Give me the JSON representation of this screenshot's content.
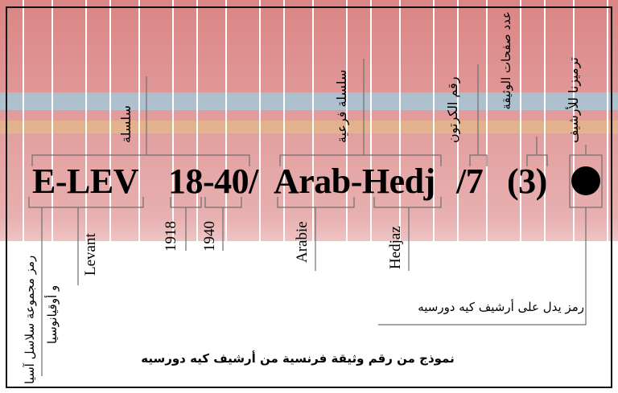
{
  "code": {
    "part1": "E-LEV",
    "part2": "18-40/",
    "part3": "Arab-Hedj",
    "part4": "/7",
    "part5": "(3)"
  },
  "labels": {
    "collection_line1": "رمز مجموعة سلاسل آسيا",
    "collection_line2": "و أوقيانوسيا",
    "levant": "Levant",
    "series": "سلسلة",
    "year_start": "1918",
    "year_end": "1940",
    "subseries": "سلسلة فرعية",
    "arabie": "Arabie",
    "hedjaz": "Hedjaz",
    "carton_number": "رقم الكرتون",
    "page_count": "عدد صفحات الوثيقة",
    "archive_symbol": "ترميزنا للأرشيف",
    "archive_indicator": "رمز يدل على أرشيف كيه دورسيه"
  },
  "caption": "نموذج من رقم وثيقة فرنسية من أرشيف كيه دورسيه",
  "colors": {
    "book_red": "#cf5c5c",
    "book_blue": "#8fbfd4",
    "book_gold": "#d8b062",
    "frame": "#111111",
    "connector": "#6f6f6f"
  }
}
